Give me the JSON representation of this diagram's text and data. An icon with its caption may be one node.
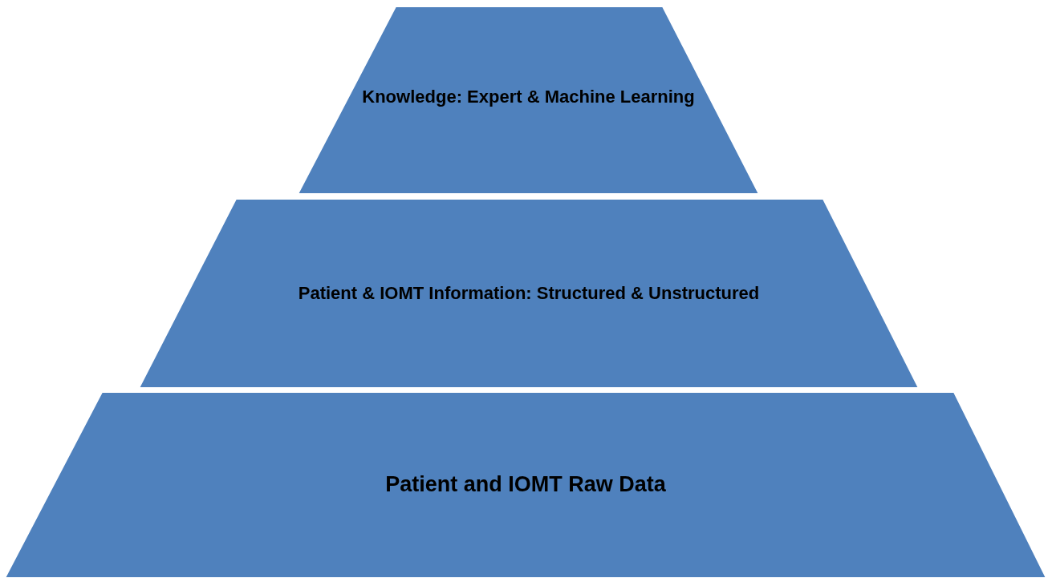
{
  "diagram": {
    "nodes": [
      {
        "text": [
          "Knowledge: Expert & Machine Learning"
        ]
      },
      {
        "text": [
          "Patient & IOMT Information: Structured & Unstructured"
        ]
      },
      {
        "text": [
          "Patient and IOMT Raw Data"
        ]
      }
    ]
  }
}
